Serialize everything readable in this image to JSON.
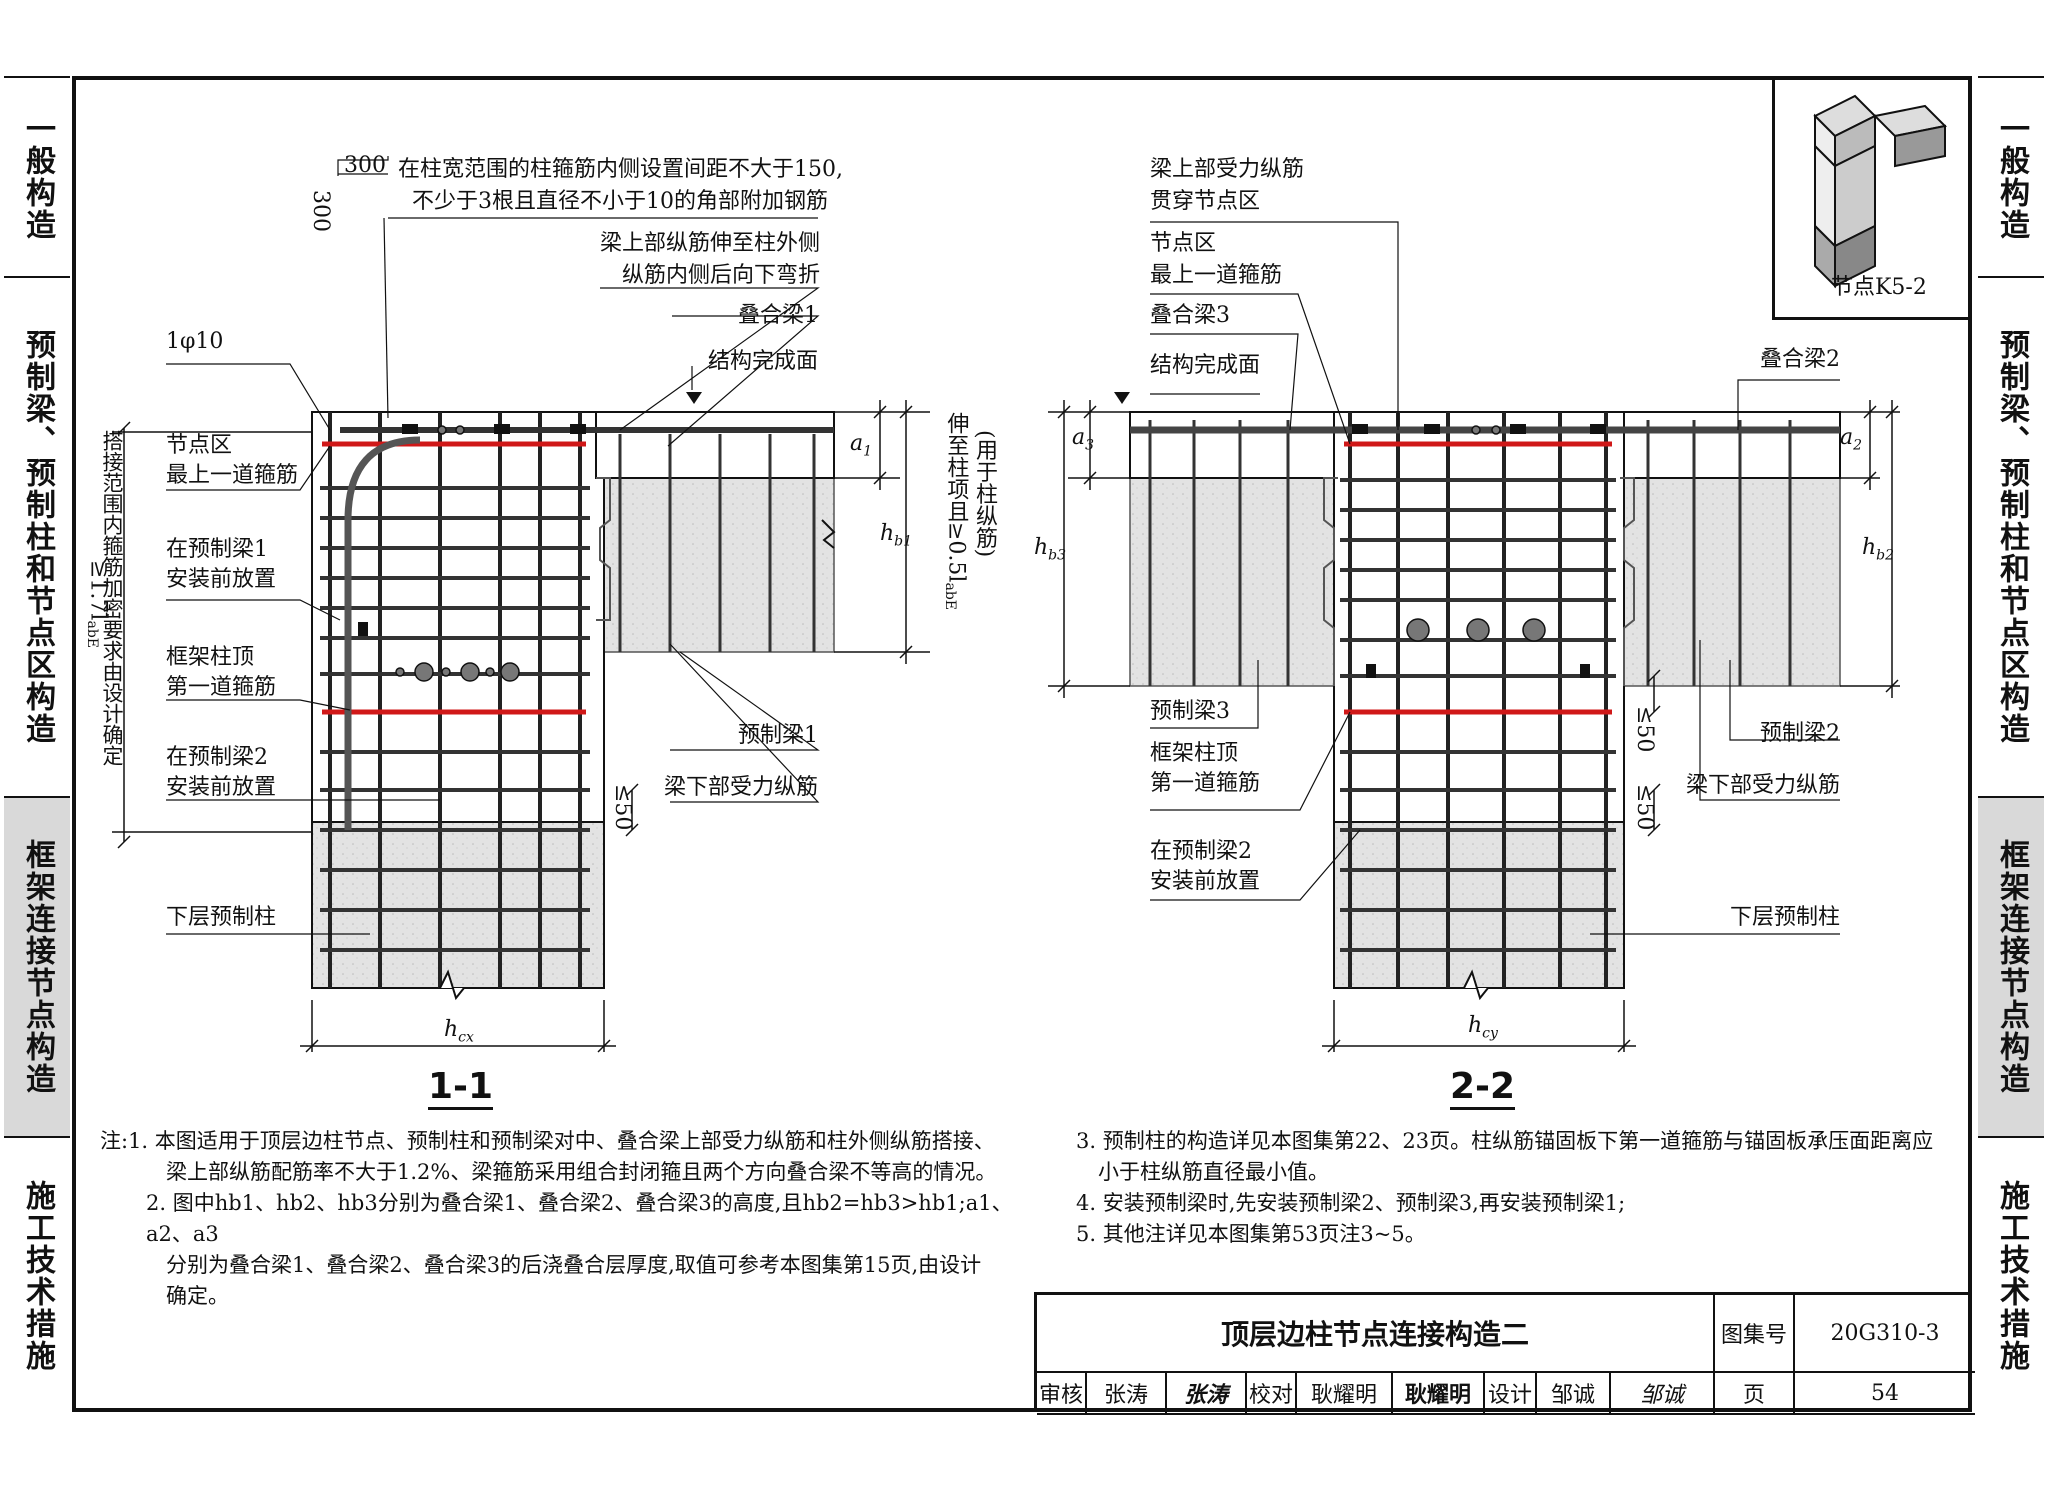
{
  "left_tabs": [
    {
      "label": "一般构造",
      "active": false
    },
    {
      "label": "预制梁、预制柱和节点区构造",
      "active": false
    },
    {
      "label": "框架连接节点构造",
      "active": true
    },
    {
      "label": "施工技术措施",
      "active": false
    }
  ],
  "right_tabs": [
    {
      "label": "一般构造",
      "active": false
    },
    {
      "label": "预制梁、预制柱和节点区构造",
      "active": false
    },
    {
      "label": "框架连接节点构造",
      "active": true
    },
    {
      "label": "施工技术措施",
      "active": false
    }
  ],
  "thumbnail": {
    "caption": "节点K5-2"
  },
  "section1": {
    "title": "1-1",
    "dim_300_h": "300",
    "dim_300_v": "300",
    "callout_corner_1": "在柱宽范围的柱箍筋内侧设置间距不大于150,",
    "callout_corner_2": "不少于3根且直径不小于10的角部附加钢筋",
    "callout_bend_1": "梁上部纵筋伸至柱外侧",
    "callout_bend_2": "纵筋内侧后向下弯折",
    "beam1": "叠合梁1",
    "finish_face": "结构完成面",
    "bar_1phi10": "1φ10",
    "node_top_stirrup_1": "节点区",
    "node_top_stirrup_2": "最上一道箍筋",
    "before_beam1_1": "在预制梁1",
    "before_beam1_2": "安装前放置",
    "frame_col_top_1": "框架柱顶",
    "frame_col_top_2": "第一道箍筋",
    "before_beam2_1": "在预制梁2",
    "before_beam2_2": "安装前放置",
    "lower_column": "下层预制柱",
    "prefab_beam1": "预制梁1",
    "beam_bottom_bars": "梁下部受力纵筋",
    "vertical_lap": "搭接范围内箍筋加密要求由设计确定",
    "vertical_17": "≥1.7l",
    "vertical_17_sub": "abE",
    "a1": "a",
    "a1_sub": "1",
    "hb1": "h",
    "hb1_sub": "b1",
    "anchor_note_1": "伸至柱项且≥0.5l",
    "anchor_note_1_sub": "abE",
    "anchor_note_2": "(用于柱纵筋)",
    "le50": "≤50",
    "hcx": "h",
    "hcx_sub": "cx"
  },
  "section2": {
    "title": "2-2",
    "top_bars_1": "梁上部受力纵筋",
    "top_bars_2": "贯穿节点区",
    "node_top_stirrup_1": "节点区",
    "node_top_stirrup_2": "最上一道箍筋",
    "beam3": "叠合梁3",
    "finish_face": "结构完成面",
    "beam2": "叠合梁2",
    "a3": "a",
    "a3_sub": "3",
    "hb3": "h",
    "hb3_sub": "b3",
    "a2": "a",
    "a2_sub": "2",
    "hb2": "h",
    "hb2_sub": "b2",
    "prefab_beam3": "预制梁3",
    "frame_col_top_1": "框架柱顶",
    "frame_col_top_2": "第一道箍筋",
    "before_beam2_1": "在预制梁2",
    "before_beam2_2": "安装前放置",
    "prefab_beam2": "预制梁2",
    "beam_bottom_bars": "梁下部受力纵筋",
    "lower_column": "下层预制柱",
    "le50_a": "≤50",
    "le50_b": "≤50",
    "hcy": "h",
    "hcy_sub": "cy"
  },
  "notes_left": [
    "注:1. 本图适用于顶层边柱节点、预制柱和预制梁对中、叠合梁上部受力纵筋和柱外侧纵筋搭接、",
    "梁上部纵筋配筋率不大于1.2%、梁箍筋采用组合封闭箍且两个方向叠合梁不等高的情况。",
    "2. 图中hb1、hb2、hb3分别为叠合梁1、叠合梁2、叠合梁3的高度,且hb2=hb3>hb1;a1、a2、a3",
    "分别为叠合梁1、叠合梁2、叠合梁3的后浇叠合层厚度,取值可参考本图集第15页,由设计",
    "确定。"
  ],
  "notes_right": [
    "3. 预制柱的构造详见本图集第22、23页。柱纵筋锚固板下第一道箍筋与锚固板承压面距离应",
    "小于柱纵筋直径最小值。",
    "4. 安装预制梁时,先安装预制梁2、预制梁3,再安装预制梁1;",
    "5. 其他注详见本图集第53页注3~5。"
  ],
  "title_block": {
    "title": "顶层边柱节点连接构造二",
    "atlas_label": "图集号",
    "atlas_no": "20G310-3",
    "review_label": "审核",
    "reviewer": "张涛",
    "check_label": "校对",
    "checker": "耿耀明",
    "design_label": "设计",
    "designer": "邹诚",
    "page_label": "页",
    "page_no": "54"
  }
}
